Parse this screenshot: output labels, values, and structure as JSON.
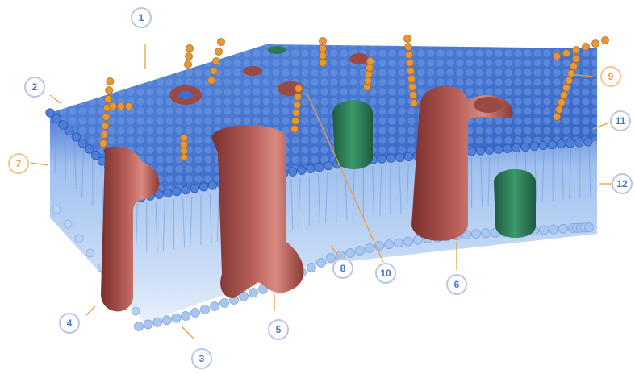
{
  "diagram": {
    "title": "",
    "colors": {
      "bilayer_top": "#3e6fd0",
      "bilayer_side": "#b8d3f2",
      "protein_red": "#a84b45",
      "protein_green": "#2b7a57",
      "glyco_orange": "#e49836",
      "label_blue": "#5a7fd0",
      "label_orange": "#e8a042"
    },
    "labels": [
      {
        "id": "1",
        "text": "1",
        "color": "#4b75c9"
      },
      {
        "id": "2",
        "text": "2",
        "color": "#4b75c9"
      },
      {
        "id": "3",
        "text": "3",
        "color": "#4b75c9"
      },
      {
        "id": "4",
        "text": "4",
        "color": "#4b75c9"
      },
      {
        "id": "5",
        "text": "5",
        "color": "#4b75c9"
      },
      {
        "id": "6",
        "text": "6",
        "color": "#4b75c9"
      },
      {
        "id": "7",
        "text": "7",
        "color": "#e8a042"
      },
      {
        "id": "8",
        "text": "8",
        "color": "#4b75c9"
      },
      {
        "id": "9",
        "text": "9",
        "color": "#e8a042"
      },
      {
        "id": "10",
        "text": "10",
        "color": "#4b75c9"
      },
      {
        "id": "11",
        "text": "11",
        "color": "#4b75c9"
      },
      {
        "id": "12",
        "text": "12",
        "color": "#4b75c9"
      }
    ]
  }
}
